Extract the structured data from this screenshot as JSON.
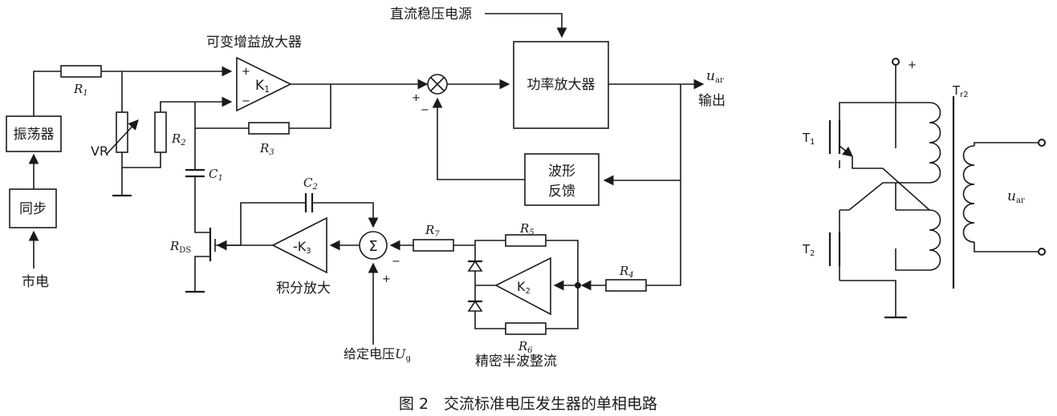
{
  "diagram": {
    "caption": "图 2　交流标准电压发生器的单相电路",
    "blocks": {
      "oscillator": "振荡器",
      "sync": "同步",
      "mains": "市电",
      "vga": "可变增益放大器",
      "k1": "K",
      "k1_sub": "1",
      "dc_supply": "直流稳压电源",
      "power_amp": "功率放大器",
      "output_symbol": "u",
      "output_sub": "ar",
      "output": "输出",
      "waveform_fb_line1": "波形",
      "waveform_fb_line2": "反馈",
      "integrator_gain": "-K",
      "integrator_gain_sub": "3",
      "integrator": "积分放大",
      "sigma": "Σ",
      "k2": "K",
      "k2_sub": "2",
      "rectifier": "精密半波整流",
      "setpoint": "给定电压",
      "setpoint_symbol": "U",
      "setpoint_sub": "g"
    },
    "components": {
      "r1": "R",
      "r1_sub": "1",
      "r2": "R",
      "r2_sub": "2",
      "r3": "R",
      "r3_sub": "3",
      "r4": "R",
      "r4_sub": "4",
      "r5": "R",
      "r5_sub": "5",
      "r6": "R",
      "r6_sub": "6",
      "r7": "R",
      "r7_sub": "7",
      "c1": "C",
      "c1_sub": "1",
      "c2": "C",
      "c2_sub": "2",
      "vr": "VR",
      "rds": "R",
      "rds_sub": "DS"
    },
    "signs": {
      "plus": "+",
      "minus": "−"
    },
    "transformer": {
      "t1": "T",
      "t1_sub": "1",
      "t2": "T",
      "t2_sub": "2",
      "tr2": "T",
      "tr2_sub": "r2",
      "uar": "u",
      "uar_sub": "ar",
      "plus": "+"
    }
  }
}
